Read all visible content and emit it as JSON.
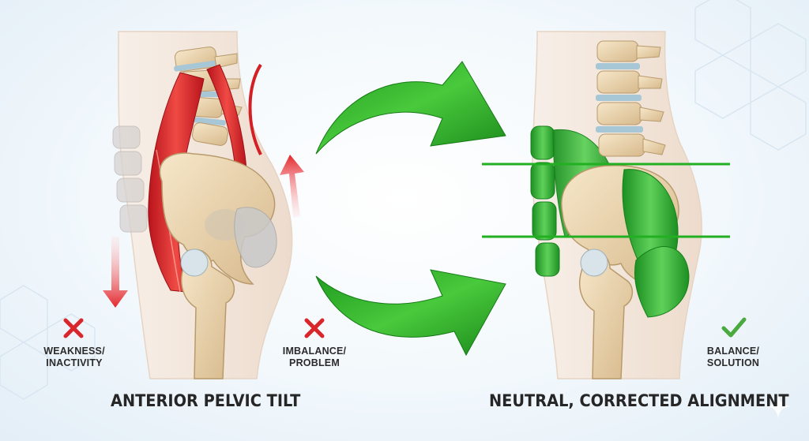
{
  "left_panel": {
    "title": "ANTERIOR PELVIC TILT",
    "weakness_label": [
      "WEAKNESS/",
      "INACTIVITY"
    ],
    "imbalance_label": [
      "IMBALANCE/",
      "PROBLEM"
    ]
  },
  "right_panel": {
    "title": "NEUTRAL, CORRECTED ALIGNMENT",
    "balance_label": [
      "BALANCE/",
      "SOLUTION"
    ]
  },
  "colors": {
    "problem_red": "#e3262b",
    "solution_green": "#2db52d",
    "bone": "#e9d4ae",
    "disc": "#a7c6d6",
    "skin": "#f3e7dd",
    "text": "#2b2b2b"
  },
  "icons": {
    "weakness": "cross-icon",
    "imbalance": "cross-icon",
    "balance": "check-icon"
  }
}
